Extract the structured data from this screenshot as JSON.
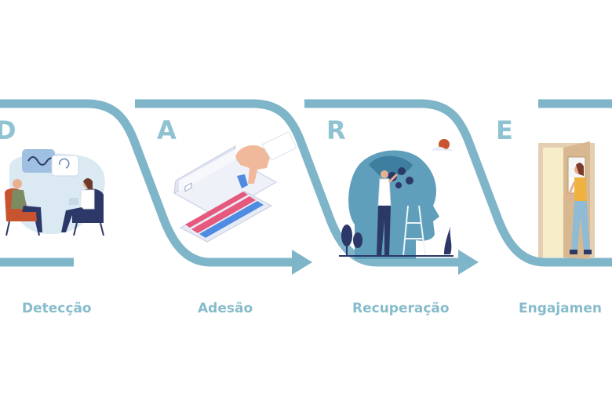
{
  "stages": [
    {
      "letter": "D",
      "label": "Detecção"
    },
    {
      "letter": "A",
      "label": "Adesão"
    },
    {
      "letter": "R",
      "label": "Recuperação"
    },
    {
      "letter": "E",
      "label": "Engajamen"
    }
  ],
  "colors": {
    "ribbon": "#7fb5c8",
    "letters": "#8fc3d2",
    "labels": "#86bccb",
    "navy": "#2c3868",
    "rust": "#c7542f",
    "pink": "#e6597d",
    "blue": "#4f8be0"
  }
}
